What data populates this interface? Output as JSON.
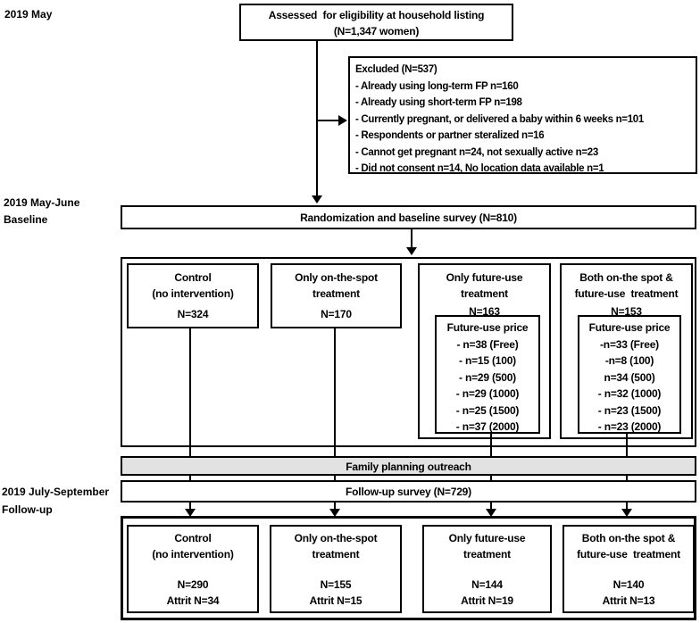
{
  "colors": {
    "background": "#ffffff",
    "line": "#000000",
    "outreach_bar_fill": "#e2e2e2"
  },
  "timeline_labels": {
    "may": "2019 May",
    "may_june": "2019 May-June",
    "baseline": "Baseline",
    "july_september": "2019 July-September",
    "follow_up": "Follow-up"
  },
  "eligibility_box": {
    "line1": "Assessed  for eligibility at household listing",
    "line2": "(N=1,347 women)"
  },
  "excluded_box": {
    "title": "Excluded (N=537)",
    "items": [
      "- Already using long-term FP n=160",
      "- Already using short-term FP n=198",
      "- Currently pregnant, or delivered a baby within 6 weeks n=101",
      "- Respondents or partner steralized n=16",
      "- Cannot get pregnant n=24, not sexually active n=23",
      "- Did not consent n=14, No location data available n=1"
    ]
  },
  "randomization_box": {
    "label": "Randomization and baseline survey (N=810)"
  },
  "baseline_groups": [
    {
      "line1": "Control",
      "line2": "(no intervention)",
      "n": "N=324"
    },
    {
      "line1": "Only on-the-spot",
      "line2": "treatment",
      "n": "N=170"
    },
    {
      "line1": "Only future-use",
      "line2": "treatment",
      "n": "N=163",
      "price_box": {
        "title": "Future-use price",
        "items": [
          "- n=38 (Free)",
          "- n=15 (100)",
          "- n=29 (500)",
          "- n=29 (1000)",
          "- n=25 (1500)",
          "- n=37 (2000)"
        ]
      }
    },
    {
      "line1": "Both on-the spot &",
      "line2": "future-use  treatment",
      "n": "N=153",
      "price_box": {
        "title": "Future-use price",
        "items": [
          "-n=33 (Free)",
          "-n=8 (100)",
          "n=34 (500)",
          "- n=32 (1000)",
          "- n=23 (1500)",
          "- n=23 (2000)"
        ]
      }
    }
  ],
  "outreach_bar": {
    "label": "Family planning outreach"
  },
  "followup_survey_box": {
    "label": "Follow-up survey (N=729)"
  },
  "followup_groups": [
    {
      "line1": "Control",
      "line2": "(no intervention)",
      "n": "N=290",
      "attrit": "Attrit N=34"
    },
    {
      "line1": "Only on-the-spot",
      "line2": "treatment",
      "n": "N=155",
      "attrit": "Attrit N=15"
    },
    {
      "line1": "Only future-use",
      "line2": "treatment",
      "n": "N=144",
      "attrit": "Attrit N=19"
    },
    {
      "line1": "Both on-the spot &",
      "line2": "future-use  treatment",
      "n": "N=140",
      "attrit": "Attrit N=13"
    }
  ]
}
